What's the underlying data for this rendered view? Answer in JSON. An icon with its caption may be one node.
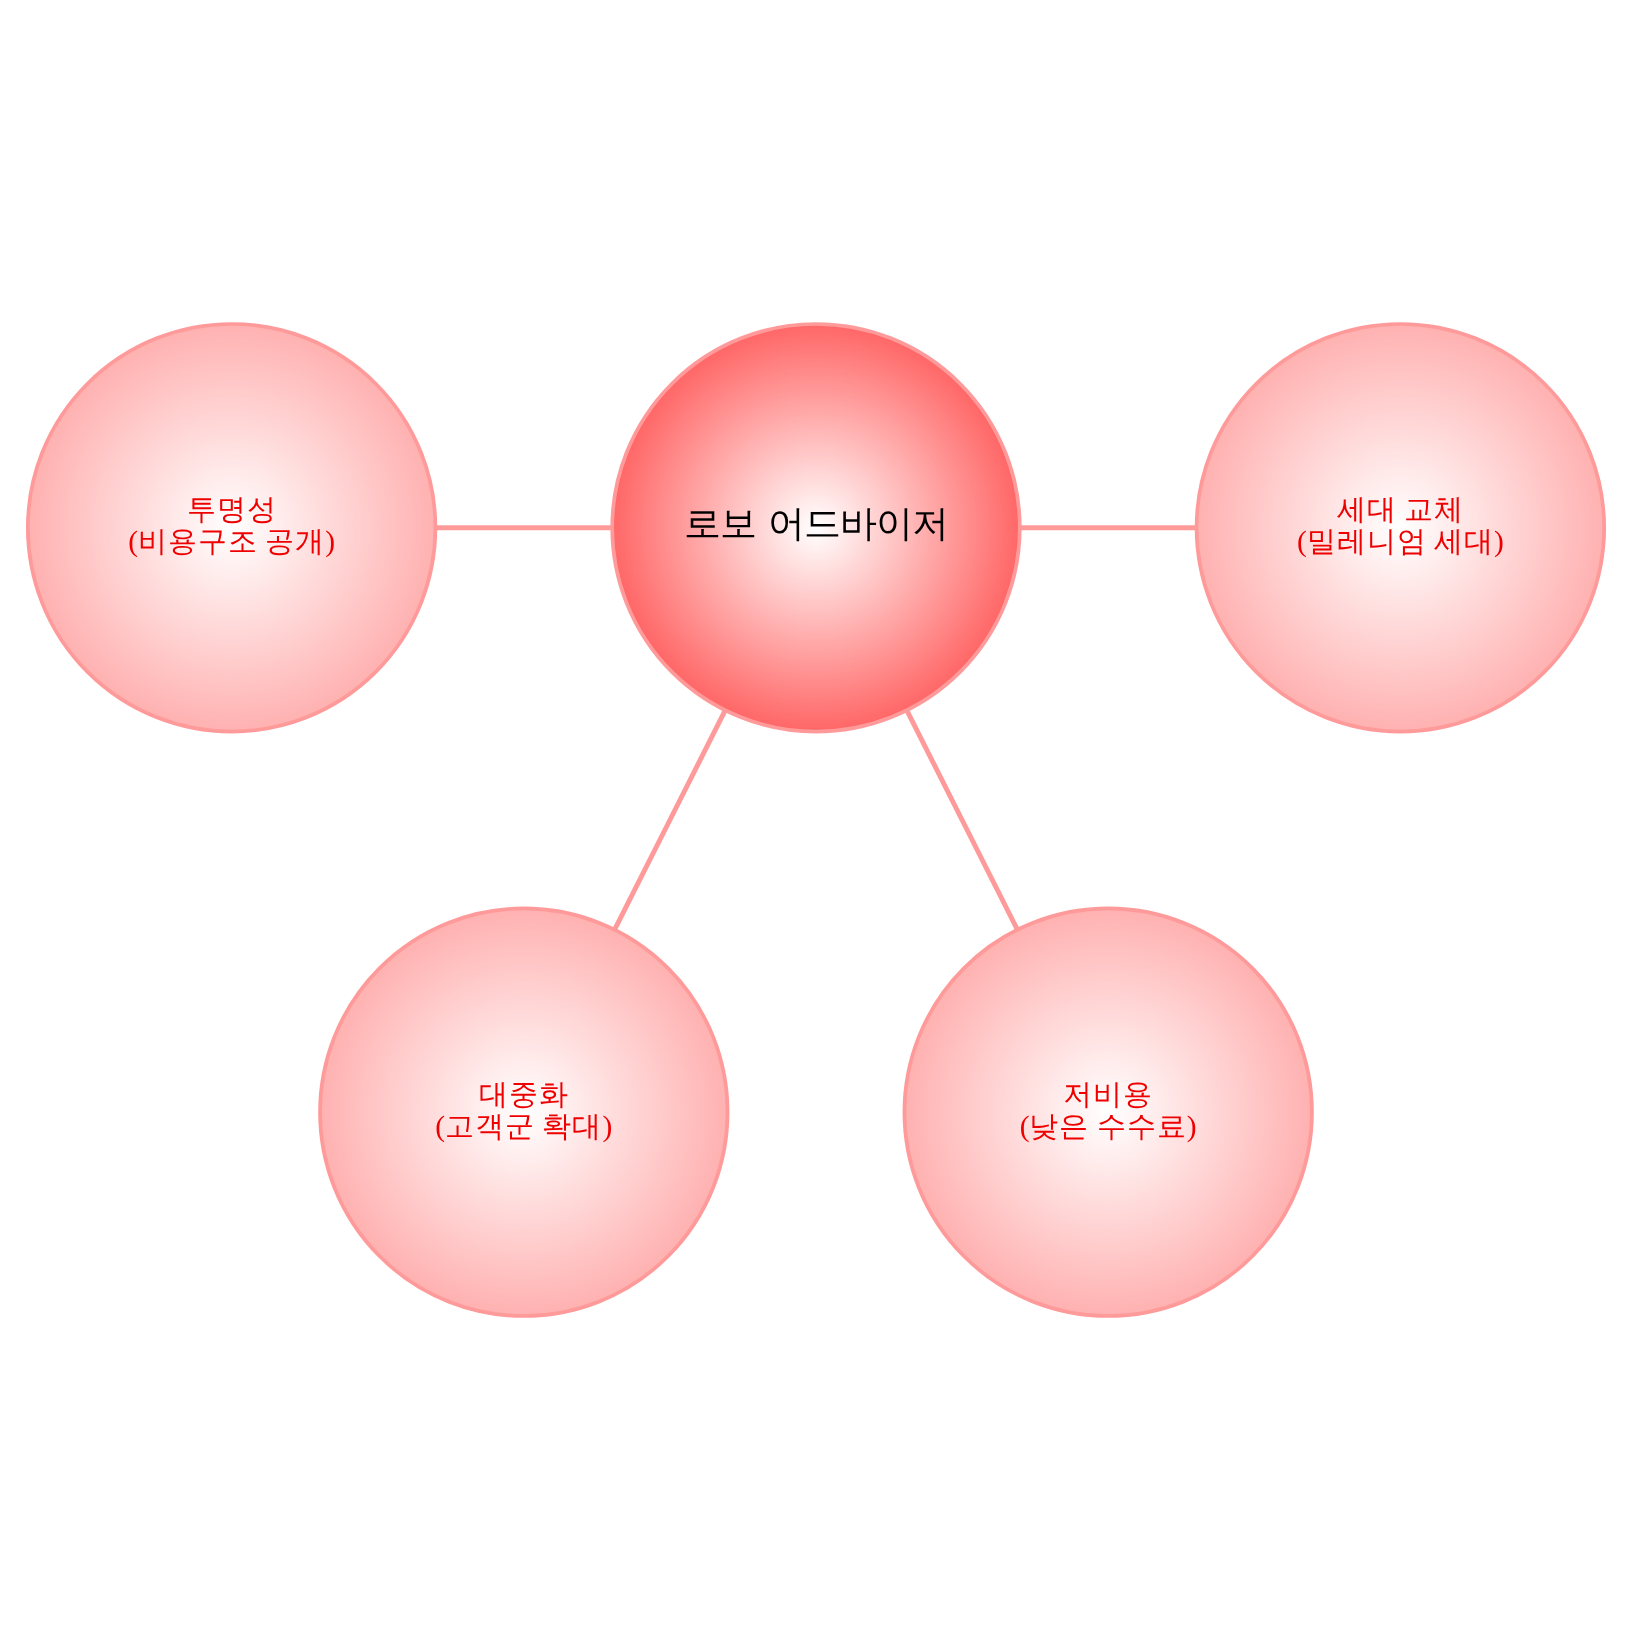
{
  "diagram": {
    "nodes": [
      {
        "text": [
          "대중화",
          "(고객군 확대)"
        ]
      },
      {
        "text": [
          "투명성",
          "(비용구조 공개)"
        ]
      },
      {
        "text": [
          "로보 어드바이저"
        ]
      },
      {
        "text": [
          "세대 교체",
          "(밀레니엄 세대)"
        ]
      },
      {
        "text": [
          "저비용",
          "(낮은 수수료)"
        ]
      }
    ],
    "edges": [
      {
        "from": 2,
        "to": 0,
        "arrow": "none"
      },
      {
        "from": 1,
        "to": 2,
        "arrow": "none"
      },
      {
        "from": 2,
        "to": 3,
        "arrow": "none"
      },
      {
        "from": 2,
        "to": 4,
        "arrow": "none"
      }
    ]
  }
}
